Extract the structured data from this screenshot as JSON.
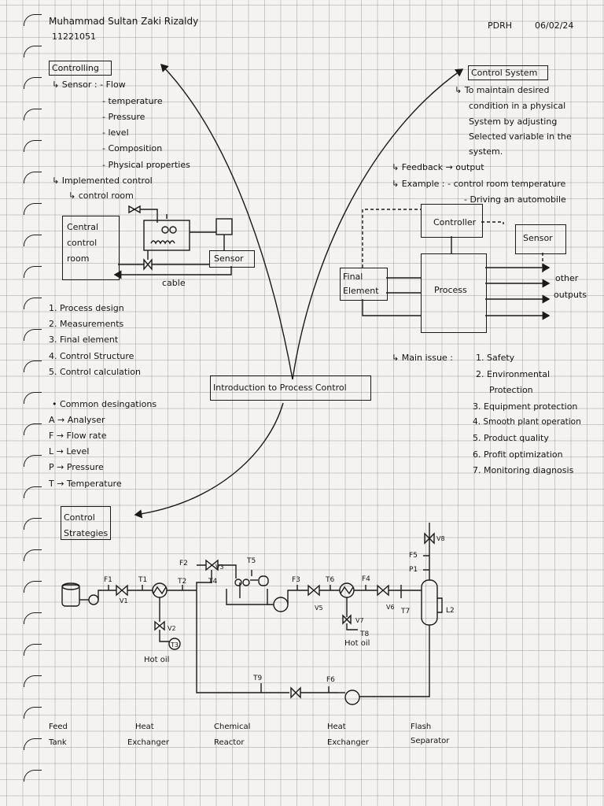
{
  "header": {
    "name": "Muhammad Sultan Zaki Rizaldy",
    "student_id": "11221051",
    "course": "PDRH",
    "date": "06/02/24"
  },
  "center_title": "Introduction to Process Control",
  "controlling": {
    "title": "Controlling",
    "sensor_label": "↳ Sensor : - Flow",
    "sensor_items": [
      "- temperature",
      "- Pressure",
      "- level",
      "- Composition",
      "- Physical properties"
    ],
    "implemented": "↳ Implemented control",
    "control_room": "↳ control room",
    "diagram": {
      "room_lines": [
        "Central",
        "control",
        "room"
      ],
      "sensor": "Sensor",
      "cable": "cable"
    },
    "steps": [
      "1. Process design",
      "2. Measurements",
      "3. Final element",
      "4. Control Structure",
      "5. Control calculation"
    ],
    "designations_title": "• Common desingations",
    "designations": [
      "A → Analyser",
      "F → Flow rate",
      "L → Level",
      "P → Pressure",
      "T → Temperature"
    ]
  },
  "control_system": {
    "title": "Control System",
    "definition": [
      "↳ To maintain desired",
      "condition in a physical",
      "System by adjusting",
      "Selected variable in the",
      "system."
    ],
    "feedback": "↳ Feedback → output",
    "example": "↳ Example : - control room temperature",
    "example2": "- Driving an automobile",
    "diagram": {
      "controller": "Controller",
      "sensor": "Sensor",
      "final_element_lines": [
        "Final",
        "Element"
      ],
      "process": "Process",
      "other_outputs_lines": [
        "other",
        "outputs"
      ]
    },
    "main_issue_label": "↳ Main issue :",
    "main_issues": [
      "1. Safety",
      "2. Environmental",
      "Protection",
      "3. Equipment protection",
      "4. Smooth plant operation",
      "5. Product quality",
      "6. Profit optimization",
      "7. Monitoring diagnosis"
    ]
  },
  "control_strategies": {
    "title_lines": [
      "Control",
      "Strategies"
    ],
    "tags": {
      "F1": "F1",
      "T1": "T1",
      "T2": "T2",
      "F2": "F2",
      "T4": "T4",
      "T5": "T5",
      "F3": "F3",
      "T6": "T6",
      "F4": "F4",
      "T7": "T7",
      "T8": "T8",
      "F5": "F5",
      "P1": "P1",
      "T9": "T9",
      "F6": "F6",
      "L2": "L2",
      "V1": "V1",
      "V2": "V2",
      "V3": "V3",
      "V5": "V5",
      "V6": "V6",
      "V7": "V7",
      "V8": "V8",
      "T3": "T3"
    },
    "hot_oil_1": "Hot oil",
    "hot_oil_2": "Hot oil",
    "units": [
      {
        "line1": "Feed",
        "line2": "Tank"
      },
      {
        "line1": "Heat",
        "line2": "Exchanger"
      },
      {
        "line1": "Chemical",
        "line2": "Reactor"
      },
      {
        "line1": "Heat",
        "line2": "Exchanger"
      },
      {
        "line1": "Flash",
        "line2": "Separator"
      }
    ]
  }
}
